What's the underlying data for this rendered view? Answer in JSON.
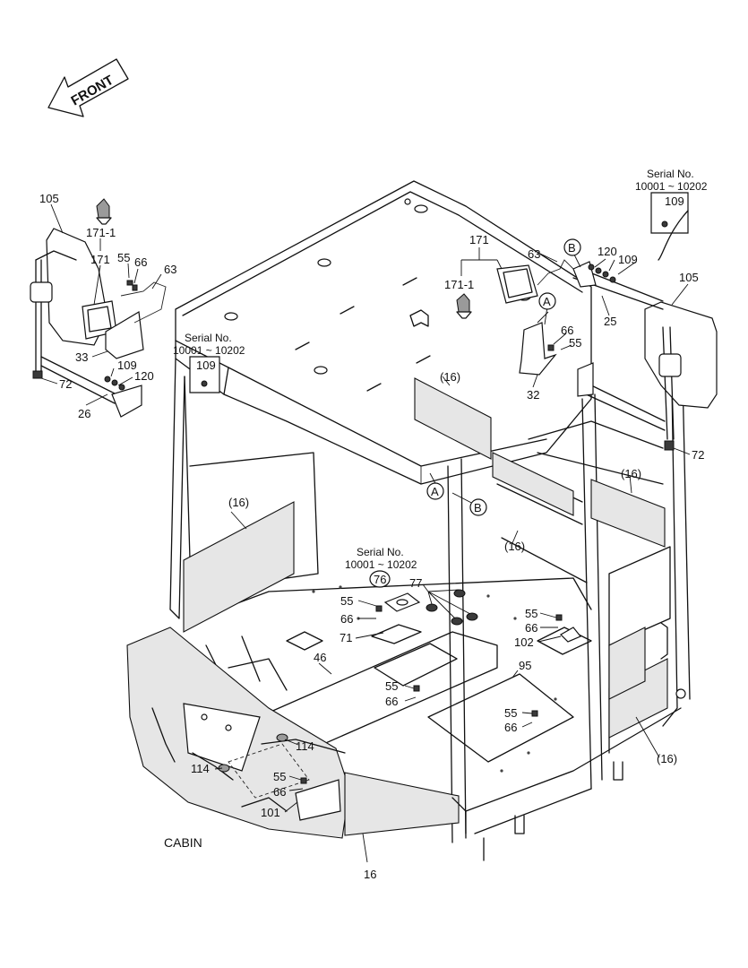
{
  "direction_label": "FRONT",
  "title": "CABIN",
  "serial_note": {
    "heading": "Serial No.",
    "range": "10001 ~ 10202"
  },
  "callouts": {
    "c105_left": "105",
    "c171_1_left": "171-1",
    "c171_left": "171",
    "c55_a": "55",
    "c66_a": "66",
    "c63_left": "63",
    "c33": "33",
    "c109_left": "109",
    "c120_left": "120",
    "c72_left": "72",
    "c26": "26",
    "c109_box_left": "109",
    "c109_box_right": "109",
    "c171_right": "171",
    "c63_right": "63",
    "c120_right": "120",
    "c109_right": "109",
    "c171_1_right": "171-1",
    "c105_right": "105",
    "c25": "25",
    "c66_b": "66",
    "c55_b": "55",
    "c32": "32",
    "c72_right": "72",
    "c16_top": "(16)",
    "c16_left": "(16)",
    "c16_mid": "(16)",
    "c16_right": "(16)",
    "c16_lower_right": "(16)",
    "c16_front": "16",
    "c76": "76",
    "c77": "77",
    "c55_c": "55",
    "c66_c": "66",
    "c71": "71",
    "c46": "46",
    "c55_d": "55",
    "c66_d": "66",
    "c95": "95",
    "c55_e": "55",
    "c66_e": "66",
    "c102": "102",
    "c55_f": "55",
    "c66_f": "66",
    "c114_a": "114",
    "c114_b": "114",
    "c55_g": "55",
    "c66_g": "66",
    "c101": "101",
    "ref_a_top": "A",
    "ref_a_body": "A",
    "ref_b_top": "B",
    "ref_b_body": "B"
  }
}
